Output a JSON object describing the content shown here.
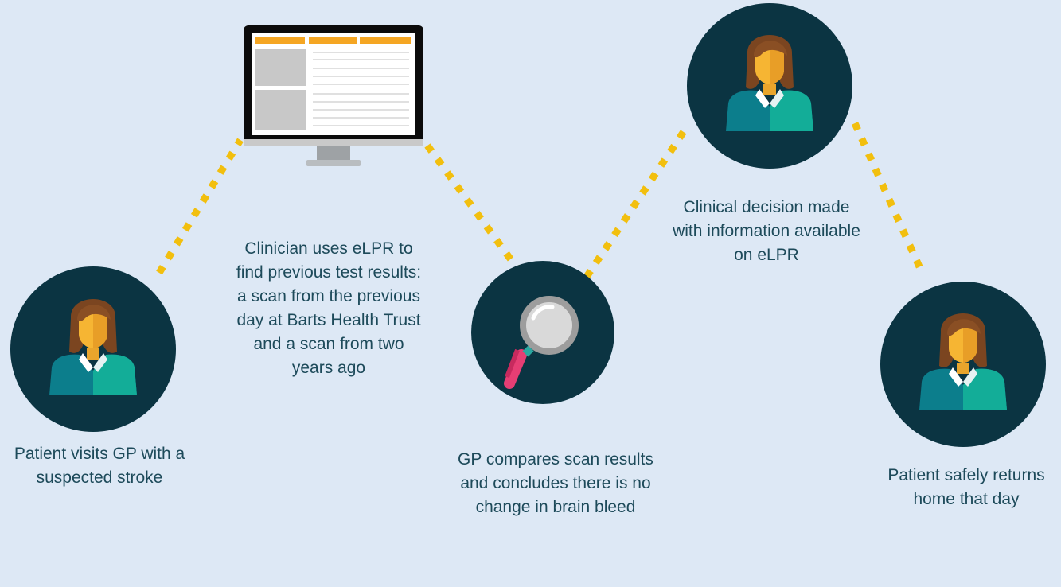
{
  "colors": {
    "background": "#dde8f5",
    "circle": "#0b3442",
    "dots": "#f2bf0e",
    "text": "#1d4a5a",
    "accent_orange": "#f5a623"
  },
  "nodes": [
    {
      "icon": "person-icon",
      "caption": "Patient visits GP with a suspected stroke"
    },
    {
      "icon": "computer-monitor-icon",
      "caption": "Clinician uses eLPR to find previous test results: a scan from the previous day at Barts Health Trust and a scan from two years ago"
    },
    {
      "icon": "magnifying-glass-icon",
      "caption": "GP compares scan results and concludes there is no change in brain bleed"
    },
    {
      "icon": "person-icon",
      "caption": "Clinical decision made with information available on eLPR"
    },
    {
      "icon": "person-icon",
      "caption": "Patient safely returns home that day"
    }
  ]
}
